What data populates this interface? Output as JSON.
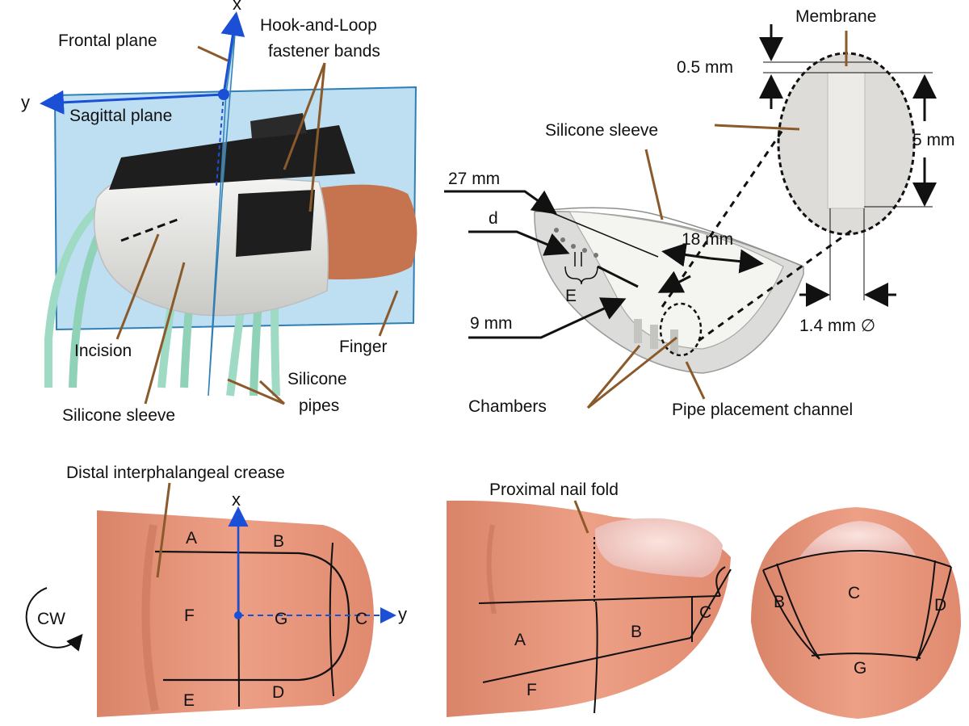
{
  "colors": {
    "leader": "#8b5a2b",
    "axis_blue": "#1a4fd6",
    "plane_fill": "#a8d4ee",
    "plane_edge": "#2f7fb5",
    "skin": "#e8967a",
    "skin_light": "#f3b59b",
    "sleeve": "#ececec",
    "velcro": "#1e1e1e",
    "pipe": "#9fdac4"
  },
  "top_left": {
    "axis_x": "x",
    "axis_y": "y",
    "frontal_plane": "Frontal plane",
    "sagittal_plane": "Sagittal plane",
    "hook_loop_line1": "Hook-and-Loop",
    "hook_loop_line2": "fastener bands",
    "incision": "Incision",
    "finger": "Finger",
    "silicone_sleeve": "Silicone sleeve",
    "silicone_pipes_line1": "Silicone",
    "silicone_pipes_line2": "pipes"
  },
  "top_right": {
    "membrane": "Membrane",
    "dim_membrane": "0.5 mm",
    "dim_height": "5 mm",
    "silicone_sleeve": "Silicone sleeve",
    "dim_27": "27 mm",
    "dim_d": "d",
    "dim_18": "18 mm",
    "dim_E": "E",
    "dim_9": "9 mm",
    "dim_diameter": "1.4 mm ∅",
    "chambers": "Chambers",
    "pipe_channel": "Pipe placement channel"
  },
  "bottom_left": {
    "dip_crease": "Distal interphalangeal crease",
    "axis_x": "x",
    "axis_y": "y",
    "rotation": "CW",
    "regions": [
      "A",
      "B",
      "F",
      "G",
      "C",
      "E",
      "D"
    ]
  },
  "bottom_middle": {
    "nail_fold": "Proximal nail fold",
    "regions": [
      "A",
      "B",
      "C",
      "F"
    ]
  },
  "bottom_right": {
    "regions": [
      "C",
      "B",
      "D",
      "G"
    ]
  }
}
